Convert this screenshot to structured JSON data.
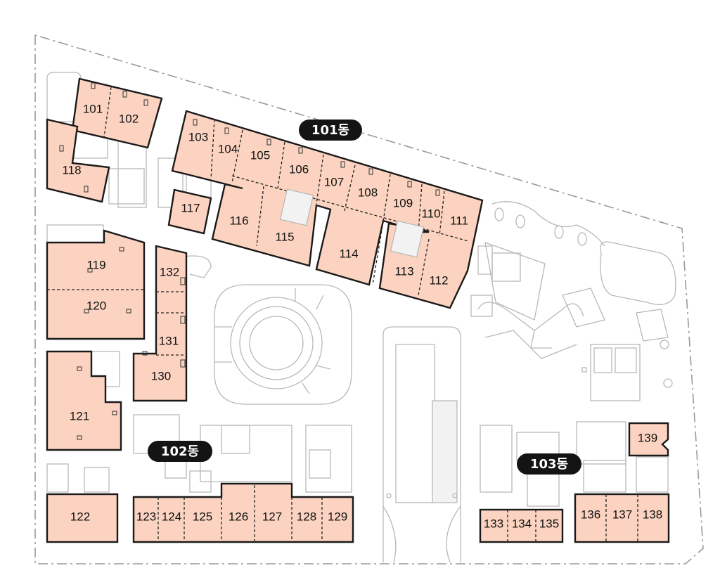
{
  "buildings": [
    {
      "id": "b101",
      "label": "101동"
    },
    {
      "id": "b102",
      "label": "102동"
    },
    {
      "id": "b103",
      "label": "103동"
    }
  ],
  "units": [
    {
      "id": "u101",
      "label": "101"
    },
    {
      "id": "u102",
      "label": "102"
    },
    {
      "id": "u103",
      "label": "103"
    },
    {
      "id": "u104",
      "label": "104"
    },
    {
      "id": "u105",
      "label": "105"
    },
    {
      "id": "u106",
      "label": "106"
    },
    {
      "id": "u107",
      "label": "107"
    },
    {
      "id": "u108",
      "label": "108"
    },
    {
      "id": "u109",
      "label": "109"
    },
    {
      "id": "u110",
      "label": "110"
    },
    {
      "id": "u111",
      "label": "111"
    },
    {
      "id": "u112",
      "label": "112"
    },
    {
      "id": "u113",
      "label": "113"
    },
    {
      "id": "u114",
      "label": "114"
    },
    {
      "id": "u115",
      "label": "115"
    },
    {
      "id": "u116",
      "label": "116"
    },
    {
      "id": "u117",
      "label": "117"
    },
    {
      "id": "u118",
      "label": "118"
    },
    {
      "id": "u119",
      "label": "119"
    },
    {
      "id": "u120",
      "label": "120"
    },
    {
      "id": "u121",
      "label": "121"
    },
    {
      "id": "u122",
      "label": "122"
    },
    {
      "id": "u123",
      "label": "123"
    },
    {
      "id": "u124",
      "label": "124"
    },
    {
      "id": "u125",
      "label": "125"
    },
    {
      "id": "u126",
      "label": "126"
    },
    {
      "id": "u127",
      "label": "127"
    },
    {
      "id": "u128",
      "label": "128"
    },
    {
      "id": "u129",
      "label": "129"
    },
    {
      "id": "u130",
      "label": "130"
    },
    {
      "id": "u131",
      "label": "131"
    },
    {
      "id": "u132",
      "label": "132"
    },
    {
      "id": "u133",
      "label": "133"
    },
    {
      "id": "u134",
      "label": "134"
    },
    {
      "id": "u135",
      "label": "135"
    },
    {
      "id": "u136",
      "label": "136"
    },
    {
      "id": "u137",
      "label": "137"
    },
    {
      "id": "u138",
      "label": "138"
    },
    {
      "id": "u139",
      "label": "139"
    }
  ]
}
